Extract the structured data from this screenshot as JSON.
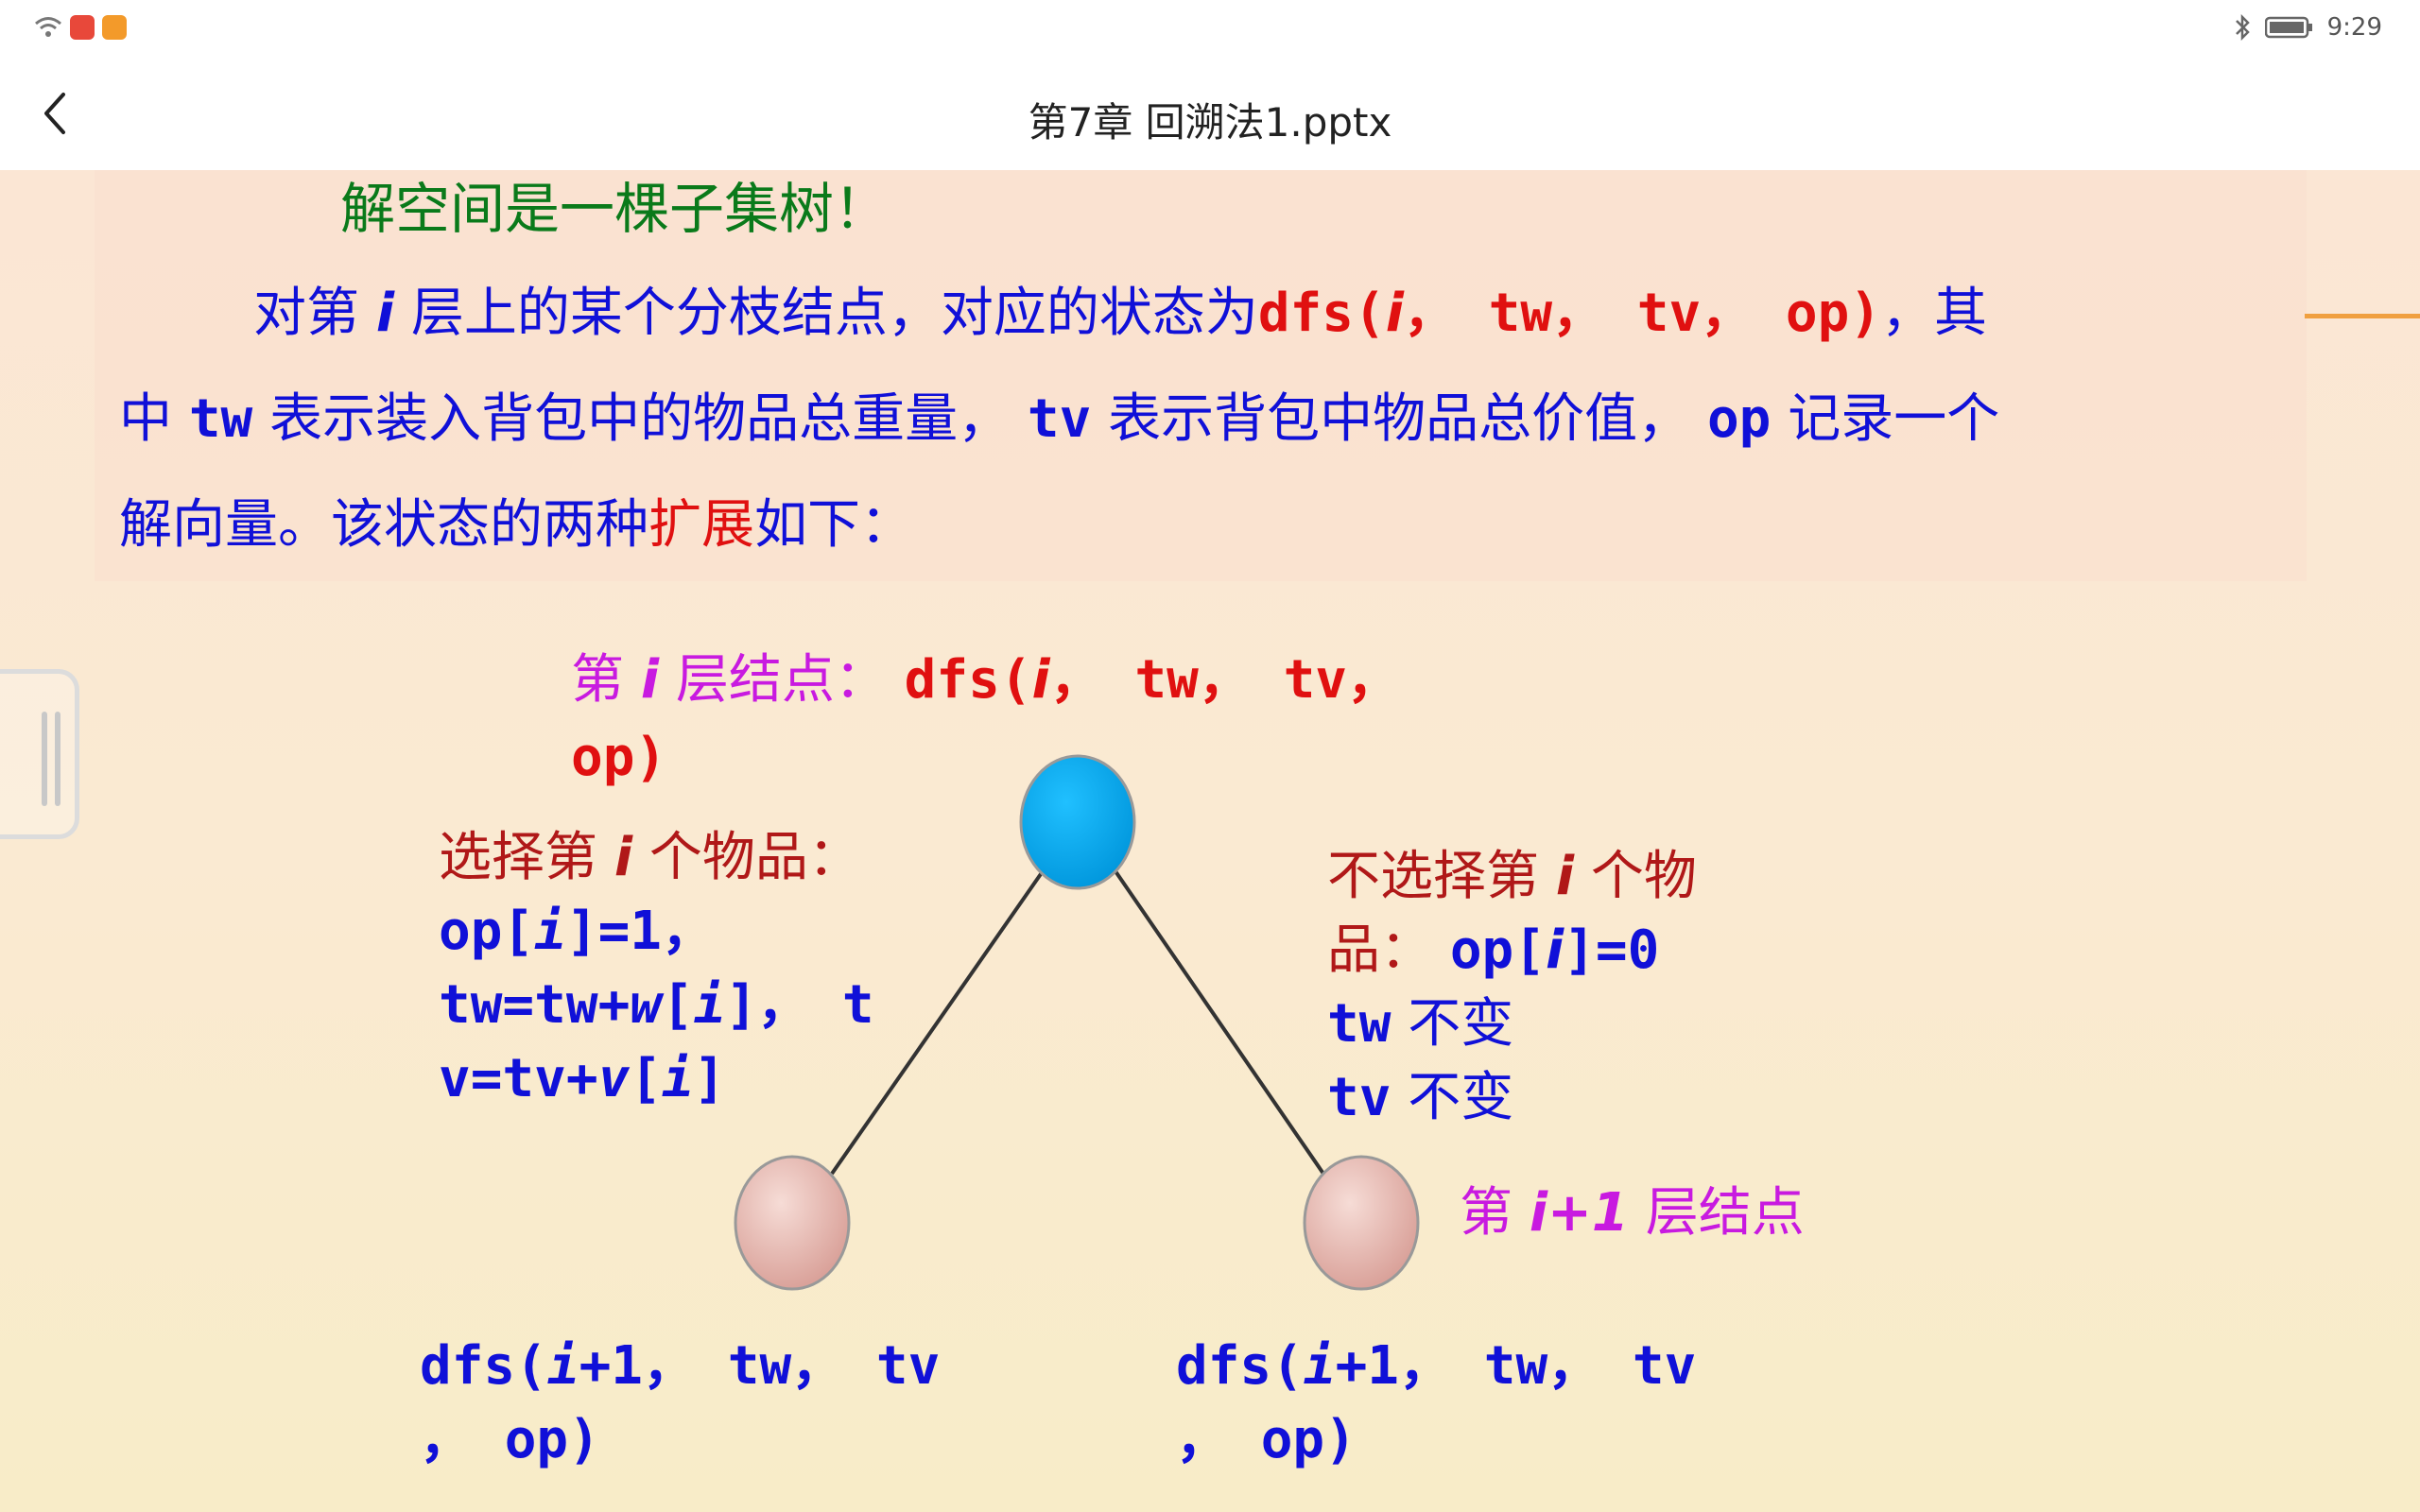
{
  "status_bar": {
    "time": "9:29"
  },
  "title_bar": {
    "title": "第7章 回溯法1.pptx"
  },
  "slide": {
    "heading": "解空间是一棵子集树！",
    "para": {
      "l1_a": "对第",
      "l1_i": "i",
      "l1_b": "层上的某个分枝结点，对应的状态为",
      "l1_dfs": "dfs(",
      "l1_dfs_i": "i",
      "l1_dfs_rest": "， tw， tv， op)",
      "l1_c": "，其",
      "l2_a": "中",
      "l2_tw": "tw",
      "l2_b": "表示装入背包中的物品总重量，",
      "l2_tv": "tv",
      "l2_c": "表示背包中物品总价值，",
      "l2_op": "op",
      "l2_d": "记录一个",
      "l3_a": "解向量。该状态的两种",
      "l3_expand": "扩展",
      "l3_b": "如下："
    },
    "diagram": {
      "top_label_a": "第",
      "top_label_i": "i",
      "top_label_b": "层结点：",
      "top_dfs_a": "dfs(",
      "top_dfs_i": "i",
      "top_dfs_b": "， tw， tv，",
      "top_dfs_c": "op)",
      "left_head_a": "选择第",
      "left_head_i": "i",
      "left_head_b": "个物品：",
      "left_l1_a": "op[",
      "left_l1_i": "i",
      "left_l1_b": "]=1，",
      "left_l2_a": "tw=tw+",
      "left_l2_w": "w",
      "left_l2_b": "[",
      "left_l2_i": "i",
      "left_l2_c": "]， t",
      "left_l3_a": "v=tv+",
      "left_l3_v": "v",
      "left_l3_b": "[",
      "left_l3_i": "i",
      "left_l3_c": "]",
      "right_head_a": "不选择第",
      "right_head_i": "i",
      "right_head_b": "个物",
      "right_l1_a": "品：",
      "right_l1_op": "op[",
      "right_l1_i": "i",
      "right_l1_c": "]=0",
      "right_l2_tw": "tw",
      "right_l2_txt": "不变",
      "right_l3_tv": "tv",
      "right_l3_txt": "不变",
      "child_label_a": "第",
      "child_label_i": "i+1",
      "child_label_b": "层结点",
      "left_child_a": "dfs(",
      "left_child_i": "i",
      "left_child_b": "+1， tw， tv",
      "left_child_c": "， op)",
      "right_child_a": "dfs(",
      "right_child_i": "i",
      "right_child_b": "+1， tw， tv",
      "right_child_c": "， op)"
    }
  },
  "colors": {
    "heading": "#0a7a1a",
    "body_text": "#1010d8",
    "dfs_red": "#e01010",
    "branch_label": "#b01818",
    "level_label": "#c81ae0",
    "root_node": "#00aaee",
    "child_node": "#e8b8b0"
  }
}
